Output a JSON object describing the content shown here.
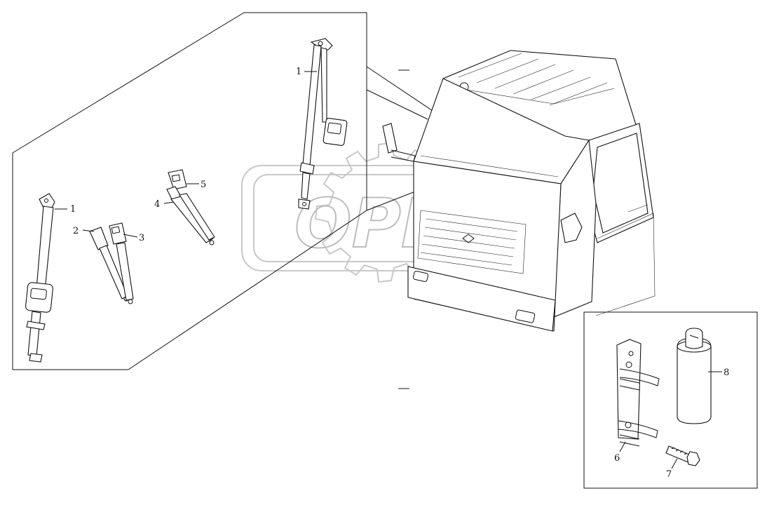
{
  "watermark": {
    "text": "OPEX"
  },
  "callouts": {
    "c1a": "1",
    "c1b": "1",
    "c2": "2",
    "c3": "3",
    "c4": "4",
    "c5": "5",
    "c6": "6",
    "c7": "7",
    "c8": "8"
  }
}
